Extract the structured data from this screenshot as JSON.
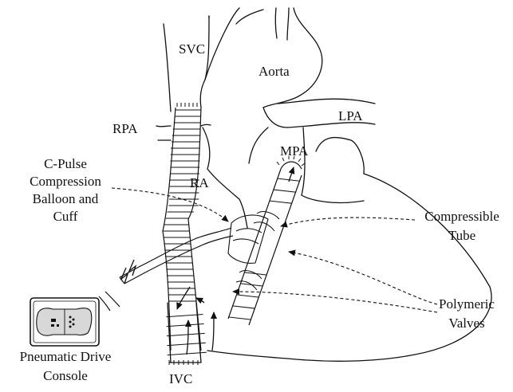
{
  "labels": {
    "svc": "SVC",
    "aorta": "Aorta",
    "rpa": "RPA",
    "lpa": "LPA",
    "mpa": "MPA",
    "ra": "RA",
    "ivc": "IVC",
    "cpulse": [
      "C-Pulse",
      "Compression",
      "Balloon and",
      "Cuff"
    ],
    "compressible": [
      "Compressible",
      "Tube"
    ],
    "polymeric": [
      "Polymeric",
      "Valves"
    ],
    "console": [
      "Pneumatic Drive",
      "Console"
    ]
  }
}
